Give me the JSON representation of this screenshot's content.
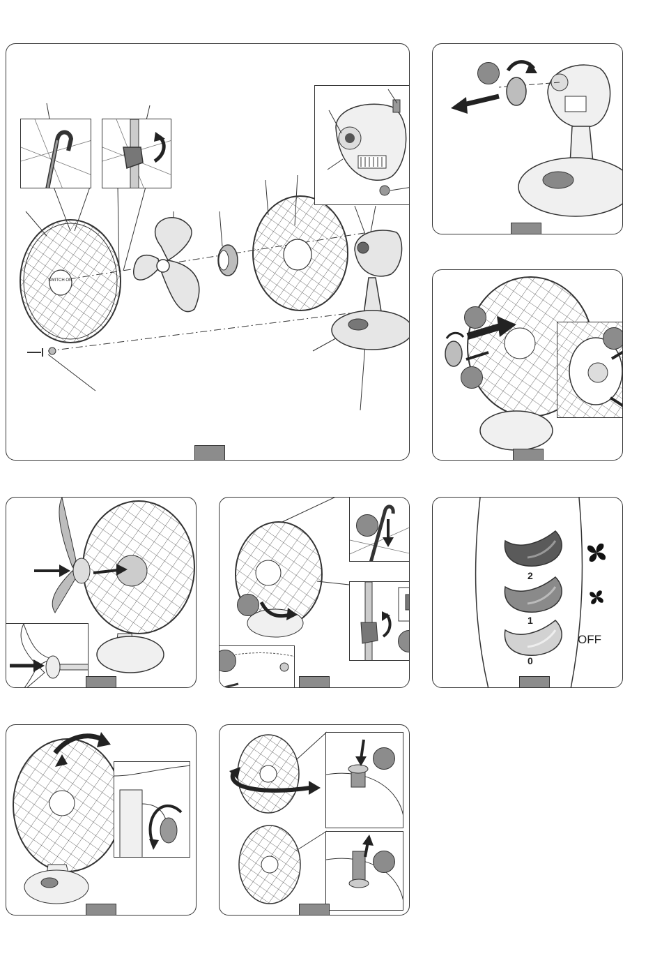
{
  "brand_label": "SWITCH ON",
  "switch_panel": {
    "speed_2_label": "2",
    "speed_1_label": "1",
    "off_position_label": "0",
    "off_text": "OFF",
    "speed_high_icon": "fan-high-icon",
    "speed_low_icon": "fan-low-icon"
  },
  "colors": {
    "tab_fill": "#8c8c8c",
    "outline": "#333333",
    "part_fill": "#e6e6e6",
    "button_2": "#5a5a5a",
    "button_1": "#8a8a8a",
    "button_0": "#d2d2d2"
  }
}
